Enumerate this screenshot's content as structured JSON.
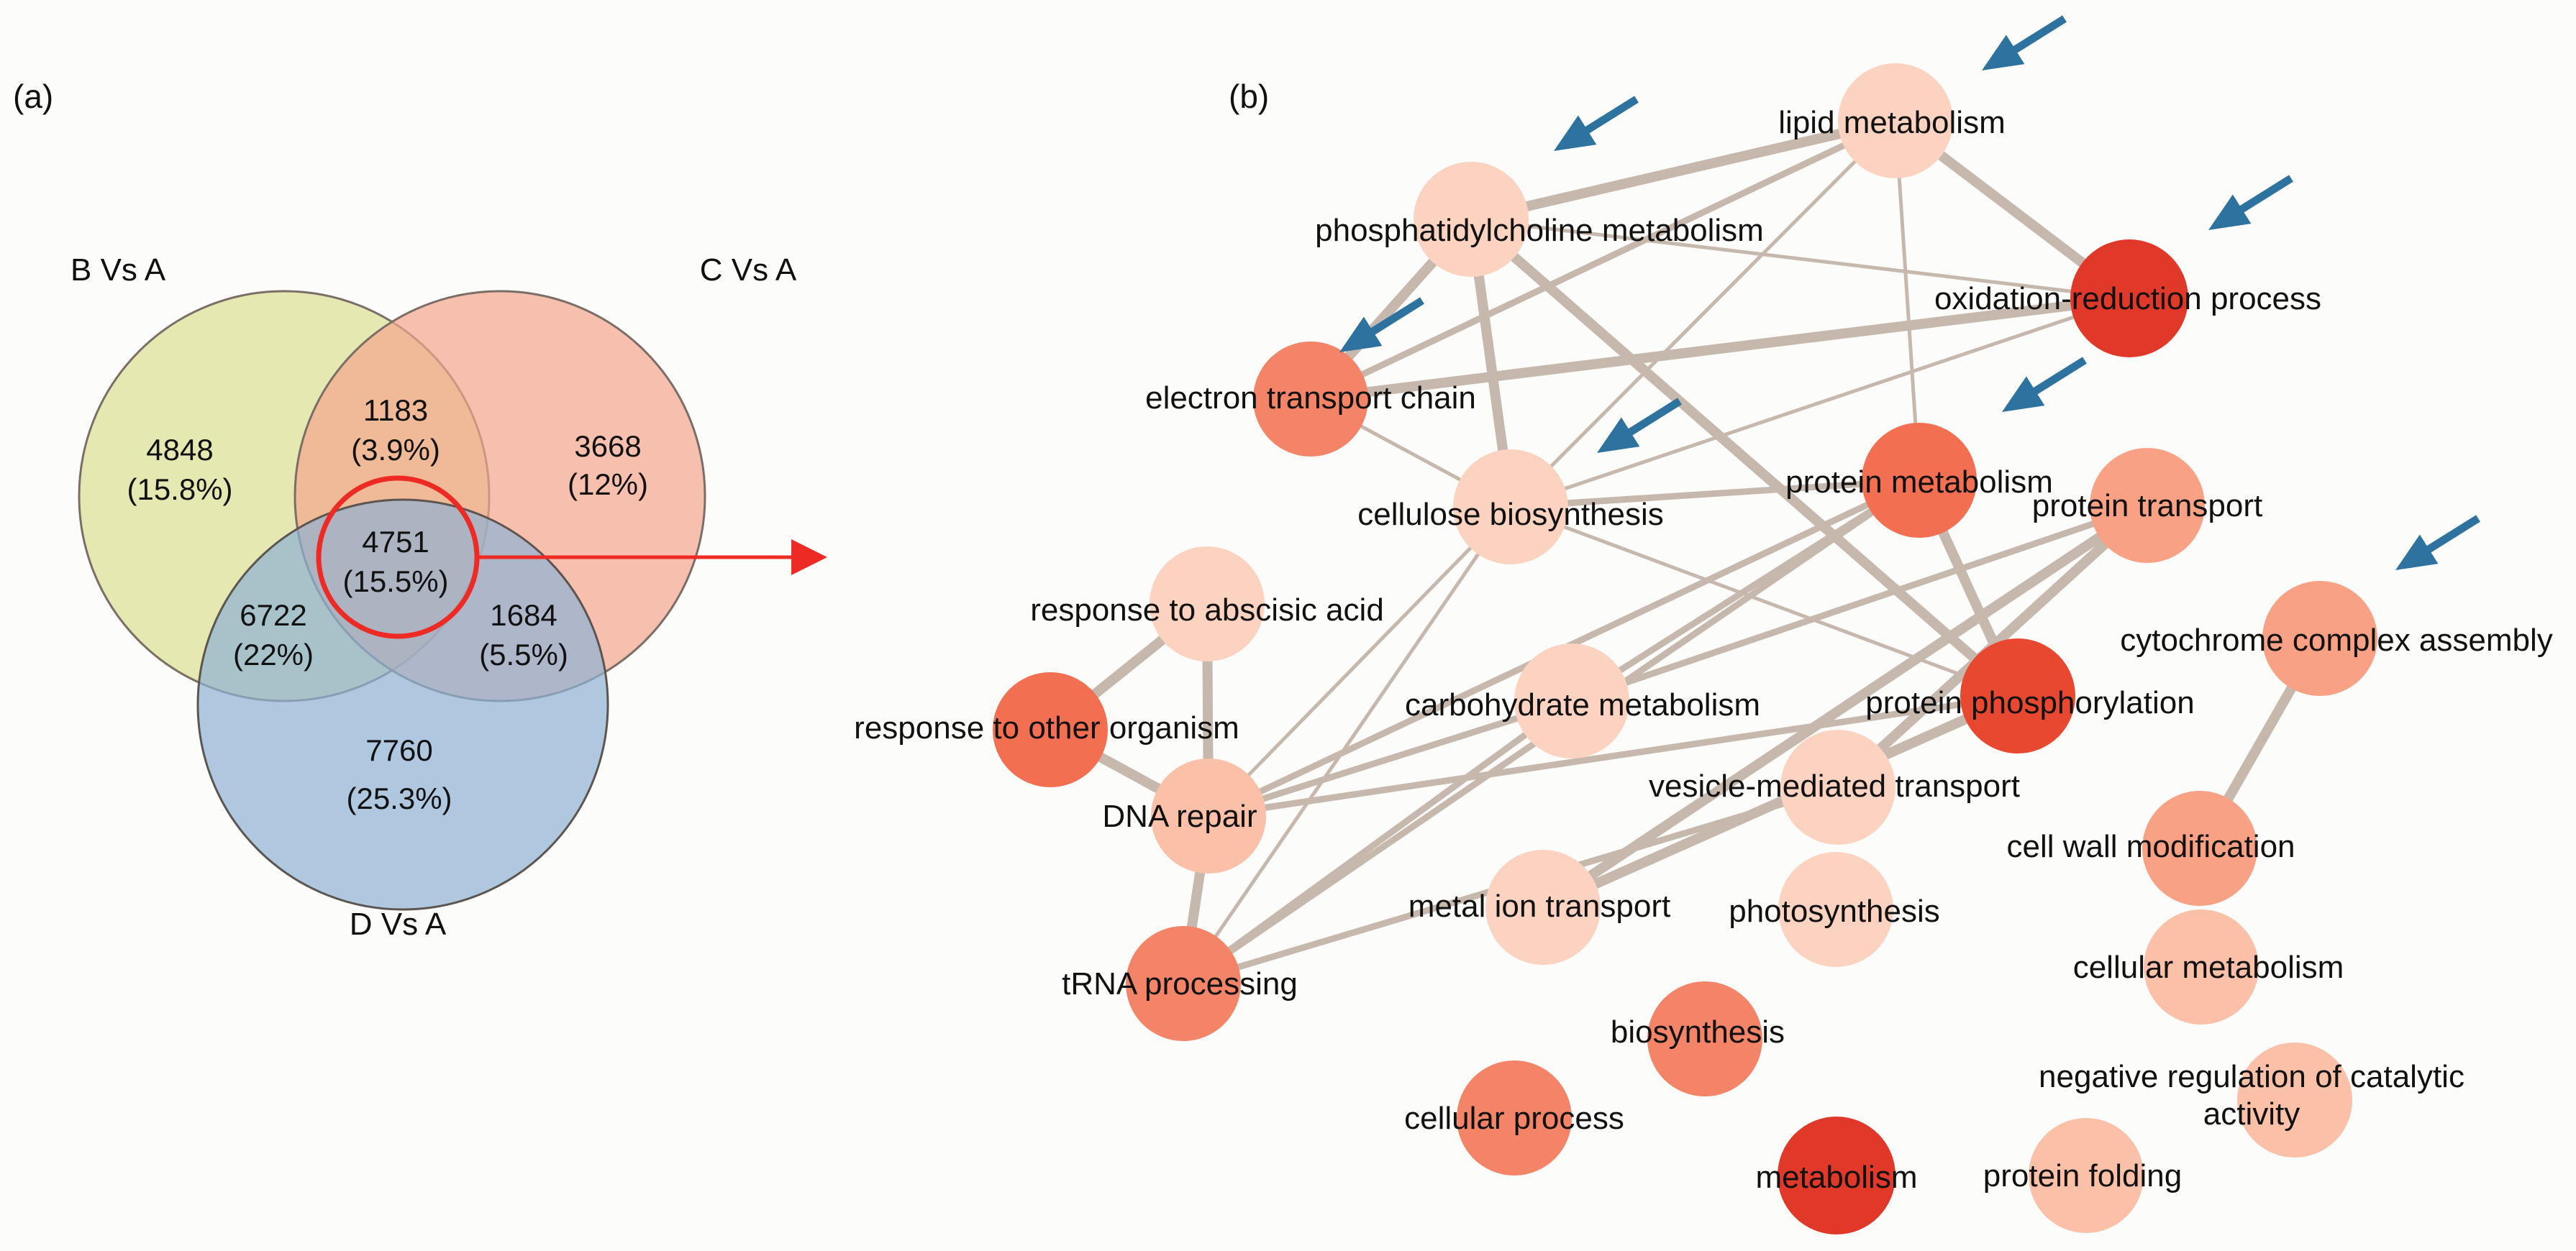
{
  "panel_a": {
    "label": "(a)",
    "sets": [
      {
        "id": "B",
        "name": "B Vs A",
        "color": "#e2e6a8"
      },
      {
        "id": "C",
        "name": "C Vs A",
        "color": "#f5a58c"
      },
      {
        "id": "D",
        "name": "D Vs A",
        "color": "#8fb2d4"
      }
    ],
    "regions": [
      {
        "id": "b_only",
        "count": "4848",
        "percent": "(15.8%)"
      },
      {
        "id": "bc",
        "count": "1183",
        "percent": "(3.9%)"
      },
      {
        "id": "c_only",
        "count": "3668",
        "percent": "(12%)"
      },
      {
        "id": "bcd",
        "count": "4751",
        "percent": "(15.5%)"
      },
      {
        "id": "bd",
        "count": "6722",
        "percent": "(22%)"
      },
      {
        "id": "cd",
        "count": "1684",
        "percent": "(5.5%)"
      },
      {
        "id": "d_only",
        "count": "7760",
        "percent": "(25.3%)"
      }
    ],
    "highlight_color": "#ee2a24"
  },
  "panel_b": {
    "label": "(b)",
    "edge_color": "#c7b8ad",
    "arrow_color": "#2e73a0",
    "nodes": [
      {
        "id": "lipid",
        "label": "lipid metabolism",
        "color": "#fcd3c1",
        "arrow": true
      },
      {
        "id": "pc",
        "label": "phosphatidylcholine metabolism",
        "color": "#fcd3c1",
        "arrow": true
      },
      {
        "id": "redox",
        "label": "oxidation-reduction process",
        "color": "#e0392a",
        "arrow": true
      },
      {
        "id": "etc",
        "label": "electron transport chain",
        "color": "#f48467",
        "arrow": true
      },
      {
        "id": "cellulose",
        "label": "cellulose biosynthesis",
        "color": "#fcd3c1",
        "arrow": true
      },
      {
        "id": "protmet",
        "label": "protein metabolism",
        "color": "#f26f52",
        "arrow": true
      },
      {
        "id": "prottrans",
        "label": "protein transport",
        "color": "#f9a184",
        "arrow": false
      },
      {
        "id": "cytc",
        "label": "cytochrome complex assembly",
        "color": "#f9a184",
        "arrow": true
      },
      {
        "id": "aba",
        "label": "response to abscisic acid",
        "color": "#fcd3c1",
        "arrow": false
      },
      {
        "id": "other",
        "label": "response to other organism",
        "color": "#f26f52",
        "arrow": false
      },
      {
        "id": "carb",
        "label": "carbohydrate metabolism",
        "color": "#fcd3c1",
        "arrow": false
      },
      {
        "id": "phos",
        "label": "protein phosphorylation",
        "color": "#e8482f",
        "arrow": false
      },
      {
        "id": "dna",
        "label": "DNA repair",
        "color": "#fbc0a8",
        "arrow": false
      },
      {
        "id": "vesicle",
        "label": "vesicle-mediated transport",
        "color": "#fcd3c1",
        "arrow": false
      },
      {
        "id": "cellwall",
        "label": "cell wall modification",
        "color": "#f9a184",
        "arrow": false
      },
      {
        "id": "metal",
        "label": "metal ion transport",
        "color": "#fcd3c1",
        "arrow": false
      },
      {
        "id": "photo",
        "label": "photosynthesis",
        "color": "#fcd3c1",
        "arrow": false
      },
      {
        "id": "cellmet",
        "label": "cellular metabolism",
        "color": "#fbc0a8",
        "arrow": false
      },
      {
        "id": "trna",
        "label": "tRNA processing",
        "color": "#f48467",
        "arrow": false
      },
      {
        "id": "biosyn",
        "label": "biosynthesis",
        "color": "#f48467",
        "arrow": false
      },
      {
        "id": "negreg",
        "label_lines": [
          "negative regulation of catalytic",
          "activity"
        ],
        "color": "#fbc0a8",
        "arrow": false
      },
      {
        "id": "cellproc",
        "label": "cellular process",
        "color": "#f48467",
        "arrow": false
      },
      {
        "id": "metab",
        "label": "metabolism",
        "color": "#e0392a",
        "arrow": false
      },
      {
        "id": "fold",
        "label": "protein folding",
        "color": "#fbc0a8",
        "arrow": false
      }
    ],
    "edges": [
      {
        "from": "pc",
        "to": "lipid",
        "weight": "heavy"
      },
      {
        "from": "pc",
        "to": "redox",
        "weight": "light"
      },
      {
        "from": "pc",
        "to": "etc",
        "weight": "heavy"
      },
      {
        "from": "pc",
        "to": "cellulose",
        "weight": "heavy"
      },
      {
        "from": "pc",
        "to": "phos",
        "weight": "heavy"
      },
      {
        "from": "lipid",
        "to": "redox",
        "weight": "heavy"
      },
      {
        "from": "lipid",
        "to": "etc",
        "weight": "medium"
      },
      {
        "from": "lipid",
        "to": "cellulose",
        "weight": "light"
      },
      {
        "from": "lipid",
        "to": "protmet",
        "weight": "light"
      },
      {
        "from": "redox",
        "to": "etc",
        "weight": "heavy"
      },
      {
        "from": "redox",
        "to": "cellulose",
        "weight": "light"
      },
      {
        "from": "etc",
        "to": "cellulose",
        "weight": "light"
      },
      {
        "from": "cellulose",
        "to": "protmet",
        "weight": "medium"
      },
      {
        "from": "cellulose",
        "to": "dna",
        "weight": "light"
      },
      {
        "from": "cellulose",
        "to": "trna",
        "weight": "light"
      },
      {
        "from": "cellulose",
        "to": "phos",
        "weight": "light"
      },
      {
        "from": "protmet",
        "to": "phos",
        "weight": "heavy"
      },
      {
        "from": "protmet",
        "to": "dna",
        "weight": "medium"
      },
      {
        "from": "protmet",
        "to": "carb",
        "weight": "medium"
      },
      {
        "from": "protmet",
        "to": "trna",
        "weight": "medium"
      },
      {
        "from": "prottrans",
        "to": "metal",
        "weight": "heavy"
      },
      {
        "from": "prottrans",
        "to": "vesicle",
        "weight": "heavy"
      },
      {
        "from": "prottrans",
        "to": "carb",
        "weight": "medium"
      },
      {
        "from": "aba",
        "to": "other",
        "weight": "heavy"
      },
      {
        "from": "aba",
        "to": "dna",
        "weight": "heavy"
      },
      {
        "from": "other",
        "to": "dna",
        "weight": "heavy"
      },
      {
        "from": "dna",
        "to": "trna",
        "weight": "heavy"
      },
      {
        "from": "dna",
        "to": "carb",
        "weight": "medium"
      },
      {
        "from": "dna",
        "to": "phos",
        "weight": "medium"
      },
      {
        "from": "carb",
        "to": "trna",
        "weight": "medium"
      },
      {
        "from": "phos",
        "to": "metal",
        "weight": "heavy"
      },
      {
        "from": "vesicle",
        "to": "trna",
        "weight": "medium"
      },
      {
        "from": "cytc",
        "to": "cellwall",
        "weight": "heavy"
      }
    ]
  }
}
